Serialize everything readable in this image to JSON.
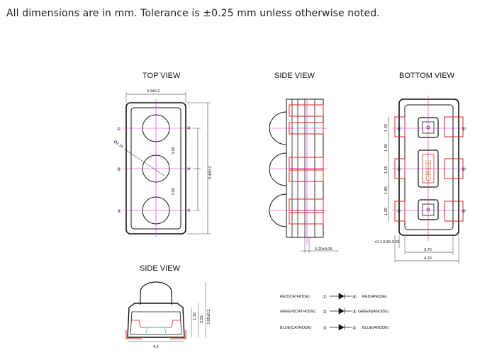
{
  "note": "All dimensions are in mm. Tolerance is ±0.25 mm unless otherwise noted.",
  "views": {
    "top": "TOP VIEW",
    "side": "SIDE VIEW",
    "bottom": "BOTTOM VIEW",
    "side2": "SIDE VIEW"
  },
  "pins": {
    "p1": "①",
    "p2": "②",
    "p3": "③",
    "p4": "④",
    "p5": "⑤",
    "p6": "⑥"
  },
  "dims": {
    "top_width": "4.2±0.2",
    "lens_dia": "Ø2.10",
    "pitch1": "3.00",
    "pitch2": "3.00",
    "height": "9.4±0.2",
    "side_lead": "0.20±0.05",
    "pad_h1": "1.20",
    "pad_gap1": "1.80",
    "pad_h2": "1.20",
    "pad_gap2": "1.80",
    "pad_h3": "1.20",
    "offset": "+0.1 0.85-0.05",
    "w_pad": "3.70",
    "w_total": "4.20",
    "side2_h1": "1.10",
    "side2_h2": "2.55",
    "side2_h3": "3.85±0.2",
    "side2_w": "4.2"
  },
  "brand_mark": "CREE",
  "schematic": [
    {
      "left": "RED(CATHODE)",
      "pin_left": "①",
      "pin_right": "⑥",
      "right": "RED(ANODE)"
    },
    {
      "left": "GREEN(CATHODE)",
      "pin_left": "②",
      "pin_right": "⑤",
      "right": "GREEN(ANODE)"
    },
    {
      "left": "BLUE(CATHODE)",
      "pin_left": "③",
      "pin_right": "④",
      "right": "BLUE(ANODE)"
    }
  ],
  "colors": {
    "outline": "#1a1a1a",
    "centerline": "#e020e0",
    "pad": "#e02020",
    "brand": "#d09020"
  }
}
